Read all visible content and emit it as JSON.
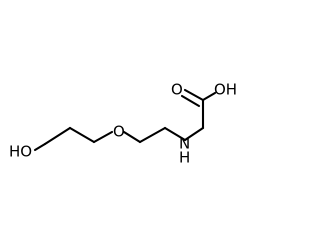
{
  "molecule": {
    "atoms": {
      "hydroxyl_o": {
        "label": "HO"
      },
      "ether_o": {
        "label": "O"
      },
      "amine_n": {
        "label": "N"
      },
      "amine_h": {
        "label": "H"
      },
      "carbonyl_o": {
        "label": "O"
      },
      "acid_oh": {
        "label": "OH"
      }
    }
  }
}
